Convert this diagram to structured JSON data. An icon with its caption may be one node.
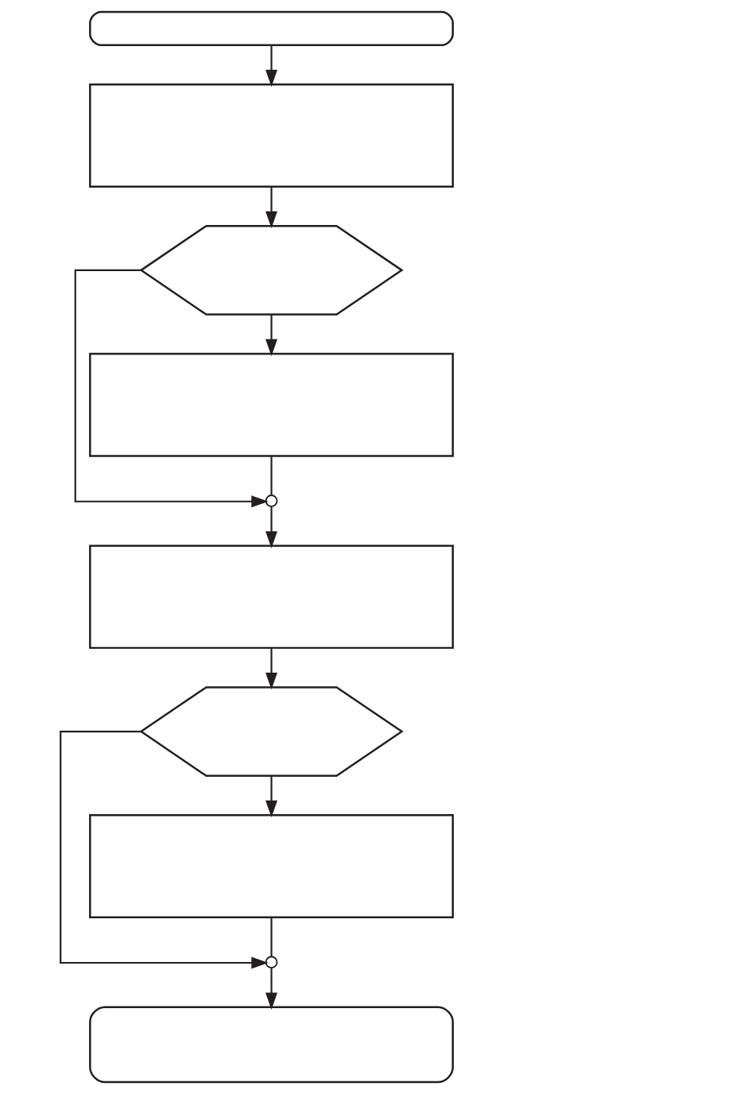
{
  "diagram": {
    "nodes": [
      {
        "text": [],
        "shape": "pill"
      },
      {
        "text": [],
        "shape": "box"
      },
      {
        "text": [],
        "shape": "hexagon"
      },
      {
        "text": [],
        "shape": "box"
      },
      {
        "text": [],
        "shape": "circle"
      },
      {
        "text": [],
        "shape": "box"
      },
      {
        "text": [],
        "shape": "hexagon"
      },
      {
        "text": [],
        "shape": "box"
      },
      {
        "text": [],
        "shape": "circle"
      },
      {
        "text": [],
        "shape": "pill"
      }
    ],
    "edges": [
      {
        "from": 0,
        "to": 1,
        "arrow": "to"
      },
      {
        "from": 1,
        "to": 2,
        "arrow": "to"
      },
      {
        "from": 2,
        "to": 3,
        "arrow": "to"
      },
      {
        "from": 2,
        "to": 4,
        "arrow": "to"
      },
      {
        "from": 3,
        "to": 4,
        "arrow": "none"
      },
      {
        "from": 4,
        "to": 5,
        "arrow": "to"
      },
      {
        "from": 5,
        "to": 6,
        "arrow": "to"
      },
      {
        "from": 6,
        "to": 7,
        "arrow": "to"
      },
      {
        "from": 6,
        "to": 8,
        "arrow": "to"
      },
      {
        "from": 7,
        "to": 8,
        "arrow": "none"
      },
      {
        "from": 8,
        "to": 9,
        "arrow": "to"
      }
    ]
  }
}
